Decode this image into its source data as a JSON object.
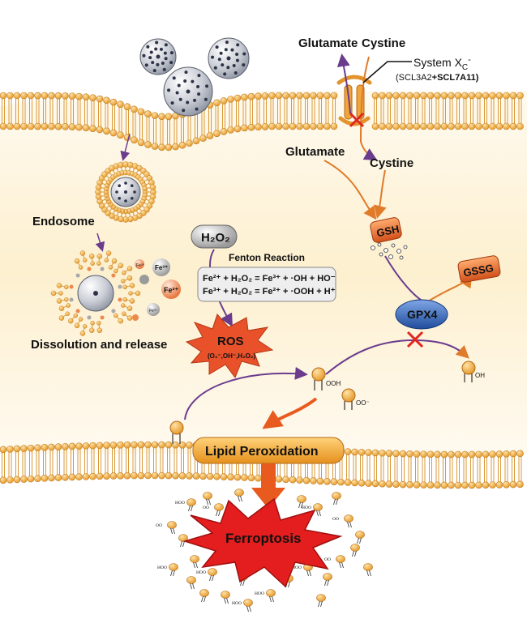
{
  "labels": {
    "glutamate_top": "Glutamate",
    "cystine_top": "Cystine",
    "system_xc": "System X",
    "system_xc_sub": "C",
    "system_xc_sup": "-",
    "slc_a": "(SCL3A2",
    "slc_b": "+SCL7A11)",
    "glutamate_in": "Glutamate",
    "cystine_in": "Cystine",
    "endosome": "Endosome",
    "dissolution": "Dissolution and release",
    "h2o2": "H₂O₂",
    "fenton_title": "Fenton Reaction",
    "fenton_eq1": "Fe²⁺ + H₂O₂  =  Fe³⁺ + ·OH + HO⁻",
    "fenton_eq2": "Fe³⁺ + H₂O₂  =  Fe²⁺ + ·OOH + H⁺",
    "ros": "ROS",
    "ros_species": "(O₂⁻,OH⁻,H₂O₂)",
    "gsh": "GSH",
    "gssg": "GSSG",
    "gpx4": "GPX4",
    "lipid_peroxidation": "Lipid Peroxidation",
    "ferroptosis": "Ferroptosis",
    "fe2": "Fe²⁺",
    "fe3": "Fe³⁺",
    "ooh": "OOH",
    "oo": "OO⁻",
    "oh": "OH",
    "hoo": "HOO",
    "oo_small": "OO"
  },
  "colors": {
    "membrane_head": "#f0b24a",
    "membrane_tail": "#d99a3a",
    "cytoplasm": "#fdf3d8",
    "purple_arrow": "#6b3c8e",
    "orange_arrow": "#e07b2a",
    "inhibit": "#e0261f",
    "ros_star": "#e8512a",
    "ferroptosis_star": "#e41e1e",
    "gpx4": "#2f5fb0",
    "gsh": "#e36b1f",
    "lipid_bar": "#f2a42c"
  }
}
